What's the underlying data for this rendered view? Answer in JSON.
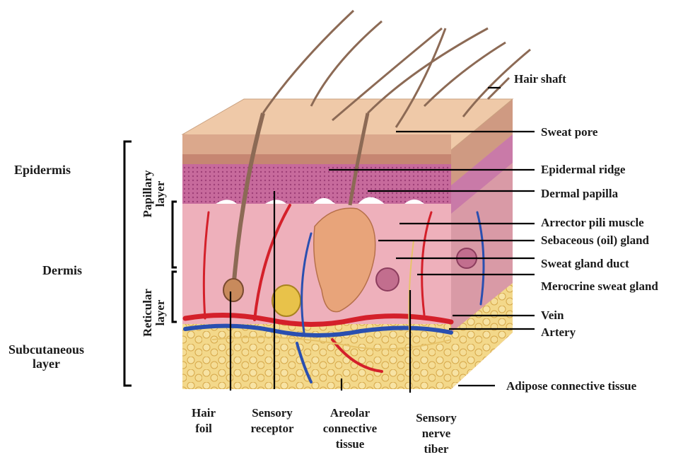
{
  "diagram": {
    "left_labels": {
      "epidermis": "Epidermis",
      "dermis": "Dermis",
      "subcutaneous": [
        "Subcutaneous",
        "layer"
      ]
    },
    "rotated_labels": {
      "papillary": [
        "Papillary",
        "layer"
      ],
      "reticular": [
        "Reticular",
        "layer"
      ]
    },
    "right_labels": {
      "hair_shaft": "Hair shaft",
      "sweat_pore": "Sweat pore",
      "epidermal_ridge": "Epidermal ridge",
      "dermal_papilla": "Dermal papilla",
      "arrector_pili": "Arrector pili muscle",
      "sebaceous_gland": "Sebaceous (oil) gland",
      "sweat_gland_duct": "Sweat gland duct",
      "merocrine_sweat_gland": "Merocrine sweat gland",
      "vein": "Vein",
      "artery": "Artery",
      "adipose": "Adipose connective tissue"
    },
    "bottom_labels": {
      "hair_foil": [
        "Hair",
        "foil"
      ],
      "sensory_receptor": [
        "Sensory",
        "receptor"
      ],
      "areolar": [
        "Areolar",
        "connective",
        "tissue"
      ],
      "sensory_nerve": [
        "Sensory",
        "nerve",
        "tiber"
      ]
    },
    "colors": {
      "epidermis_tan": "#d9a58a",
      "dermis_pink": "#e9a3b0",
      "papillary_purple": "#b55a8f",
      "adipose_yellow": "#f0cf7a",
      "artery_red": "#d4202a",
      "vein_blue": "#2a4fb0",
      "hair_brown": "#8c6a55",
      "leader_line": "#000000"
    }
  }
}
